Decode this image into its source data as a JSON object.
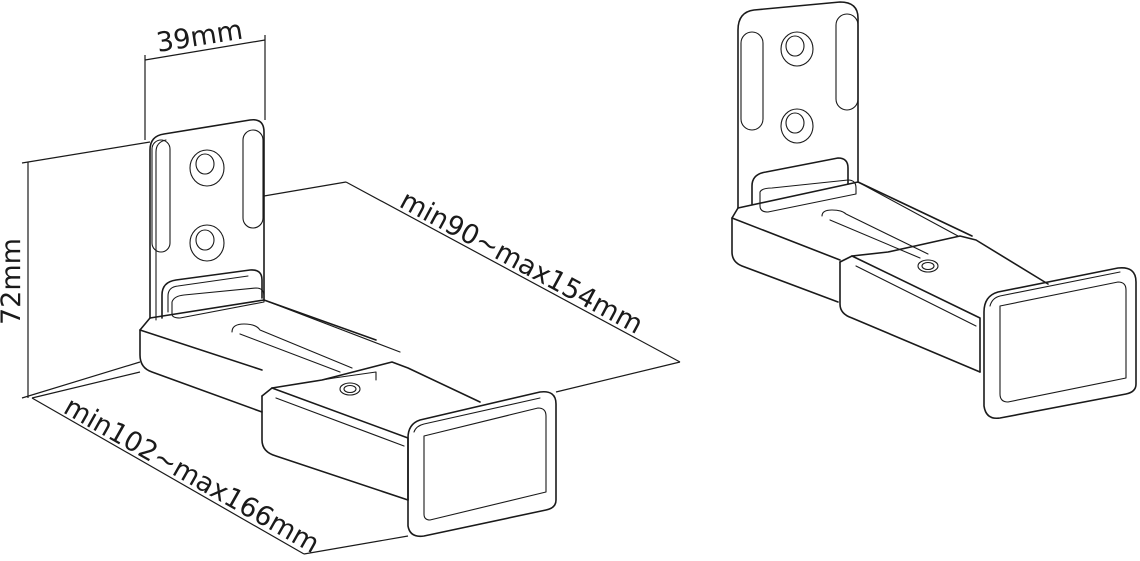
{
  "diagram": {
    "type": "technical-drawing",
    "subject": "telescopic speaker/soundbar wall bracket",
    "views": [
      {
        "id": "dimensioned-view",
        "position": "left"
      },
      {
        "id": "perspective-view",
        "position": "right"
      }
    ],
    "dimensions": {
      "width": "39mm",
      "height": "72mm",
      "depth_range": "min90~max154mm",
      "length_range": "min102~max166mm"
    },
    "colors": {
      "line": "#1a1a1a",
      "background": "#ffffff"
    }
  }
}
